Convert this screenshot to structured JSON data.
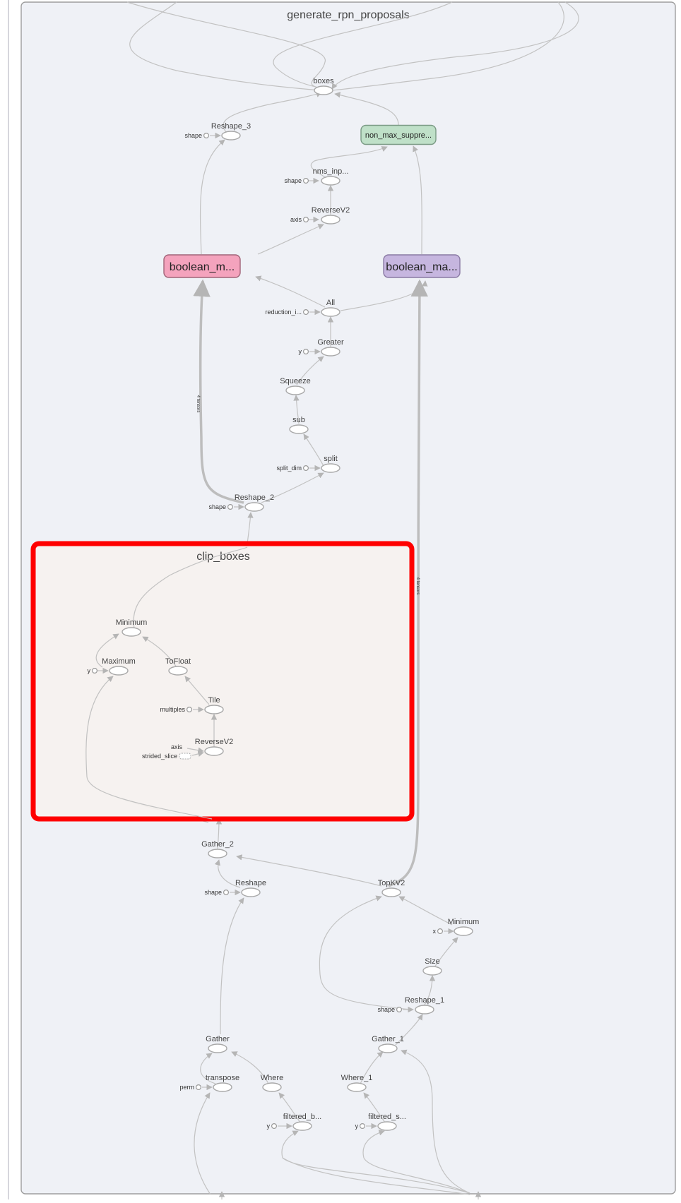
{
  "groups": {
    "outer_title": "generate_rpn_proposals",
    "clip_title": "clip_boxes"
  },
  "nodes": [
    {
      "id": "boxes",
      "label": "boxes"
    },
    {
      "id": "reshape3",
      "label": "Reshape_3"
    },
    {
      "id": "nms",
      "label": "non_max_suppre..."
    },
    {
      "id": "nmsinp",
      "label": "nms_inp..."
    },
    {
      "id": "reverse_top",
      "label": "ReverseV2"
    },
    {
      "id": "bool_pink",
      "label": "boolean_m..."
    },
    {
      "id": "bool_purple",
      "label": "boolean_ma..."
    },
    {
      "id": "all",
      "label": "All"
    },
    {
      "id": "greater",
      "label": "Greater"
    },
    {
      "id": "squeeze",
      "label": "Squeeze"
    },
    {
      "id": "sub",
      "label": "sub"
    },
    {
      "id": "split",
      "label": "split"
    },
    {
      "id": "reshape2",
      "label": "Reshape_2"
    },
    {
      "id": "minimum_clip",
      "label": "Minimum"
    },
    {
      "id": "maximum",
      "label": "Maximum"
    },
    {
      "id": "tofloat",
      "label": "ToFloat"
    },
    {
      "id": "tile",
      "label": "Tile"
    },
    {
      "id": "reverse_clip",
      "label": "ReverseV2"
    },
    {
      "id": "gather2",
      "label": "Gather_2"
    },
    {
      "id": "reshape",
      "label": "Reshape"
    },
    {
      "id": "topkv2",
      "label": "TopKV2"
    },
    {
      "id": "minimum",
      "label": "Minimum"
    },
    {
      "id": "size",
      "label": "Size"
    },
    {
      "id": "reshape1",
      "label": "Reshape_1"
    },
    {
      "id": "gather",
      "label": "Gather"
    },
    {
      "id": "gather1",
      "label": "Gather_1"
    },
    {
      "id": "transpose",
      "label": "transpose"
    },
    {
      "id": "where",
      "label": "Where"
    },
    {
      "id": "where1",
      "label": "Where_1"
    },
    {
      "id": "filtered_b",
      "label": "filtered_b..."
    },
    {
      "id": "filtered_s",
      "label": "filtered_s..."
    }
  ],
  "consts": [
    {
      "id": "c_shape3",
      "label": "shape"
    },
    {
      "id": "c_shape_nms",
      "label": "shape"
    },
    {
      "id": "c_axis_top",
      "label": "axis"
    },
    {
      "id": "c_reduction",
      "label": "reduction_i..."
    },
    {
      "id": "c_y_greater",
      "label": "y"
    },
    {
      "id": "c_split_dim",
      "label": "split_dim"
    },
    {
      "id": "c_shape2",
      "label": "shape"
    },
    {
      "id": "c_y_max",
      "label": "y"
    },
    {
      "id": "c_multiples",
      "label": "multiples"
    },
    {
      "id": "c_axis_clip",
      "label": "axis"
    },
    {
      "id": "c_strided",
      "label": "strided_slice"
    },
    {
      "id": "c_shape_reshape",
      "label": "shape"
    },
    {
      "id": "c_x_min",
      "label": "x"
    },
    {
      "id": "c_shape1",
      "label": "shape"
    },
    {
      "id": "c_perm",
      "label": "perm"
    },
    {
      "id": "c_y_fb",
      "label": "y"
    },
    {
      "id": "c_y_fs",
      "label": "y"
    }
  ],
  "edge_labels": {
    "pink_tensors": "4 tensors",
    "topk_tensors": "4 tensors"
  }
}
